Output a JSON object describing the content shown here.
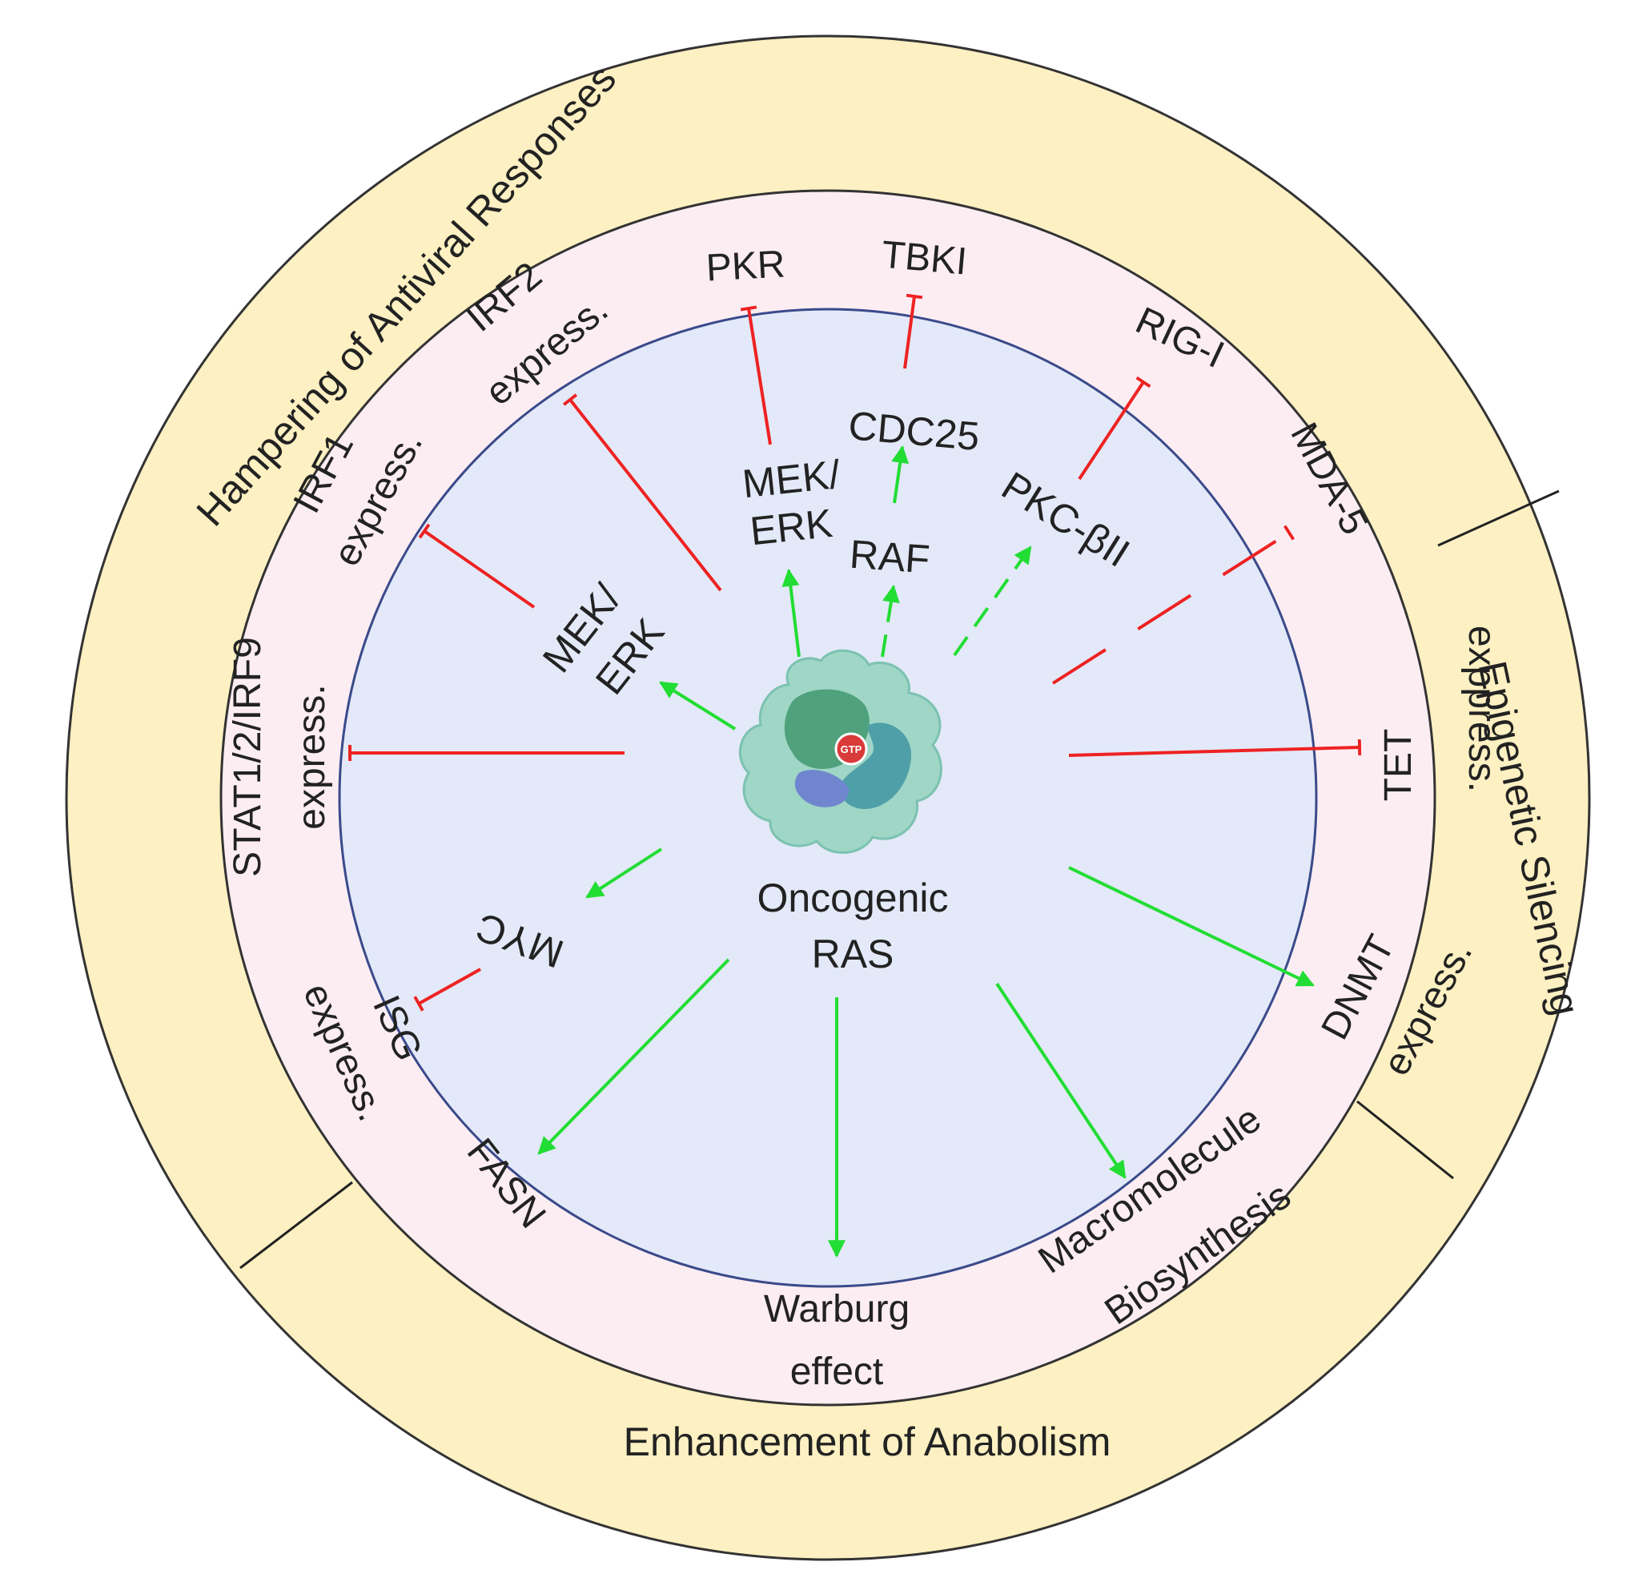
{
  "colors": {
    "outer_ring": "#fdf0c2",
    "middle_ring": "#fcedf3",
    "inner_disc": "#e3e9f8",
    "inner_border": "#3a4a8a",
    "activation": "#22dd33",
    "inhibition": "#ee2222",
    "gtp_badge": "#d93a3a"
  },
  "outer_ring": {
    "antiviral": "Hampering of Antiviral Responses",
    "epigenetic": "Epigenetic Silencing",
    "anabolism": "Enhancement of Anabolism"
  },
  "middle_ring": {
    "pkr": "PKR",
    "tbki": "TBKI",
    "rig_i": "RIG-I",
    "mda5": "MDA-5",
    "tet_1": "TET",
    "tet_2": "exppress.",
    "dnmt_1": "DNMT",
    "dnmt_2": "express.",
    "macro_1": "Macromolecule",
    "macro_2": "Biosynthesis",
    "warburg_1": "Warburg",
    "warburg_2": "effect",
    "fasn": "FASN",
    "isg_1": "ISG",
    "isg_2": "express.",
    "stat_1": "STAT1/2/IRF9",
    "stat_2": "express.",
    "irf1_1": "IRF1",
    "irf1_2": "express.",
    "irf2_1": "IRF2",
    "irf2_2": "express."
  },
  "inner_disc": {
    "center_1": "Oncogenic",
    "center_2": "RAS",
    "gtp": "GTP",
    "mek_erk_top_1": "MEK/",
    "mek_erk_top_2": "ERK",
    "cdc25": "CDC25",
    "raf": "RAF",
    "pkc": "PKC-βII",
    "mek_erk_left_1": "MEK/",
    "mek_erk_left_2": "ERK",
    "myc": "MYC"
  }
}
